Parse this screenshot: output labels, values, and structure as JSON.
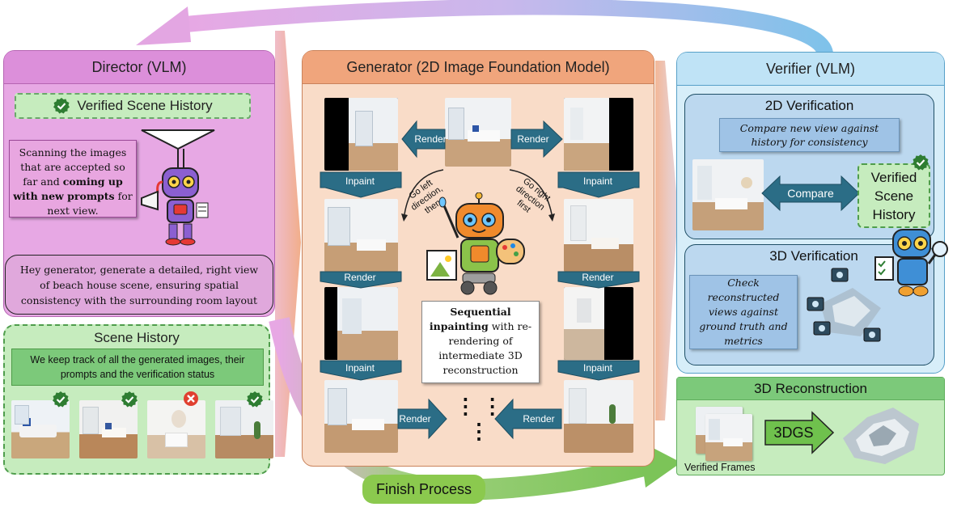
{
  "top_loop_arrow": "loop-back",
  "director": {
    "title": "Director (VLM)",
    "verified_history_label": "Verified Scene History",
    "thought": {
      "part1": "Scanning the images that are accepted so far and ",
      "bold1": "coming up with new prompts",
      "part2": " for next view."
    },
    "prompt": "Hey generator, generate a detailed, right view of beach house scene, ensuring spatial consistency with the surrounding room layout"
  },
  "scene_history": {
    "title": "Scene History",
    "note": "We keep track of all the generated images, their prompts and the verification status",
    "statuses": [
      "verified",
      "verified",
      "rejected",
      "verified"
    ]
  },
  "generator": {
    "title": "Generator (2D Image Foundation Model)",
    "render_label": "Render",
    "inpaint_label": "Inpaint",
    "go_left": "Go left direction, then",
    "go_right": "Go right direction first",
    "seq_bold": "Sequential inpainting",
    "seq_rest": " with re-rendering of intermediate 3D reconstruction",
    "ellipsis": "⋮  ⋮  ⋮"
  },
  "verifier": {
    "title": "Verifier (VLM)",
    "v2d_title": "2D Verification",
    "v2d_note": "Compare  new view against history for consistency",
    "compare_label": "Compare",
    "verified_history": "Verified Scene History",
    "v3d_title": "3D Verification",
    "v3d_note": "Check reconstructed views against ground truth and metrics"
  },
  "reconstruction": {
    "title": "3D Reconstruction",
    "method": "3DGS",
    "frames_label": "Verified Frames"
  },
  "finish": {
    "label": "Finish Process"
  },
  "colors": {
    "director_bg": "#e7a8e4",
    "director_hdr": "#dc8fda",
    "green_bg": "#c6ecbe",
    "green_dark": "#7cc97a",
    "generator_bg": "#f9dcc8",
    "generator_hdr": "#f0a57c",
    "verifier_bg": "#d7eef9",
    "arrow_blue": "#2b6d86",
    "check_green": "#2e7d32",
    "reject_red": "#e04030"
  }
}
